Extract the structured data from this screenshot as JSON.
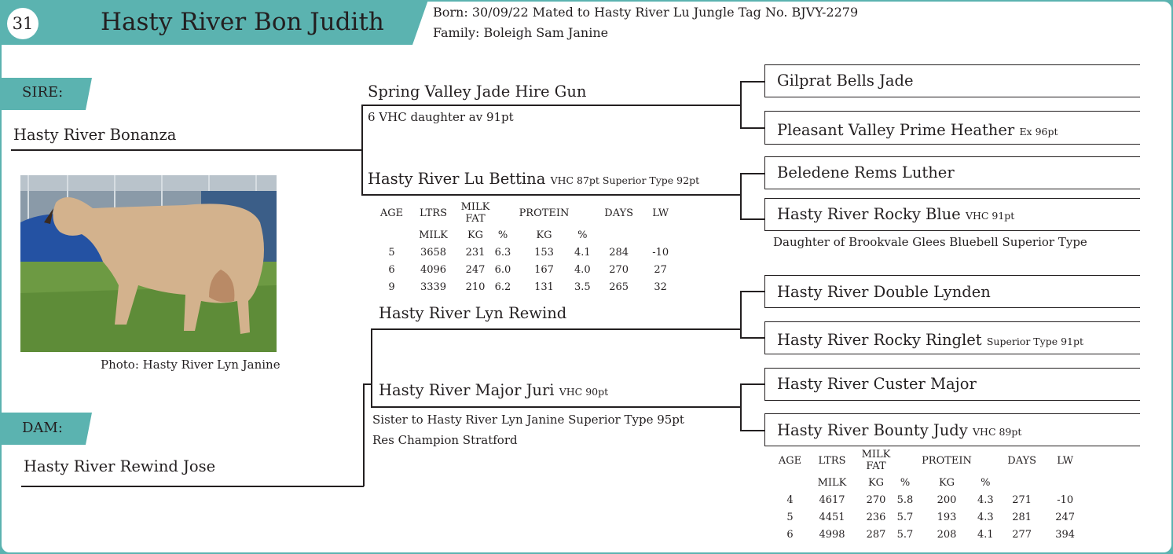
{
  "header": {
    "lot_number": "31",
    "title": "Hasty River Bon Judith",
    "line1": "Born: 30/09/22  Mated to Hasty River Lu Jungle Tag No. BJVY-2279",
    "line2": "Family: Boleigh Sam Janine"
  },
  "labels": {
    "sire": "SIRE:",
    "dam": "DAM:"
  },
  "sire": {
    "name": "Hasty River Bonanza"
  },
  "dam": {
    "name": "Hasty River Rewind Jose"
  },
  "photo": {
    "caption": "Photo: Hasty River Lyn Janine"
  },
  "sire_sire": {
    "name": "Spring Valley Jade Hire Gun",
    "note": "6 VHC daughter av 91pt"
  },
  "sire_dam": {
    "name": "Hasty River Lu Bettina",
    "grade": "VHC 87pt Superior Type 92pt"
  },
  "dam_sire": {
    "name": "Hasty River Lyn Rewind"
  },
  "dam_dam": {
    "name": "Hasty River Major Juri",
    "grade": "VHC 90pt",
    "note1": "Sister to Hasty River Lyn Janine Superior Type 95pt",
    "note2": "Res Champion Stratford"
  },
  "ggp": [
    {
      "name": "Gilprat Bells Jade",
      "grade": ""
    },
    {
      "name": "Pleasant Valley Prime Heather",
      "grade": "Ex 96pt"
    },
    {
      "name": "Beledene Rems Luther",
      "grade": ""
    },
    {
      "name": "Hasty River Rocky Blue",
      "grade": "VHC 91pt"
    },
    {
      "name": "Hasty River Double Lynden",
      "grade": ""
    },
    {
      "name": "Hasty River Rocky Ringlet",
      "grade": "Superior Type 91pt"
    },
    {
      "name": "Hasty River Custer Major",
      "grade": ""
    },
    {
      "name": "Hasty River Bounty Judy",
      "grade": "VHC 89pt"
    }
  ],
  "rocky_blue_note": "Daughter of Brookvale Glees Bluebell Superior Type",
  "perf_header": {
    "row1": [
      "AGE",
      "LTRS",
      "MILK FAT",
      "",
      "PROTEIN",
      "",
      "DAYS",
      "LW"
    ],
    "row2": [
      "",
      "MILK",
      "KG",
      "%",
      "KG",
      "%",
      "",
      ""
    ]
  },
  "bettina_perf": [
    [
      "5",
      "3658",
      "231",
      "6.3",
      "153",
      "4.1",
      "284",
      "-10"
    ],
    [
      "6",
      "4096",
      "247",
      "6.0",
      "167",
      "4.0",
      "270",
      "27"
    ],
    [
      "9",
      "3339",
      "210",
      "6.2",
      "131",
      "3.5",
      "265",
      "32"
    ]
  ],
  "judy_perf": [
    [
      "4",
      "4617",
      "270",
      "5.8",
      "200",
      "4.3",
      "271",
      "-10"
    ],
    [
      "5",
      "4451",
      "236",
      "5.7",
      "193",
      "4.3",
      "281",
      "247"
    ],
    [
      "6",
      "4998",
      "287",
      "5.7",
      "208",
      "4.1",
      "277",
      "394"
    ]
  ],
  "colors": {
    "accent": "#5bb3b0",
    "text": "#231f20"
  }
}
